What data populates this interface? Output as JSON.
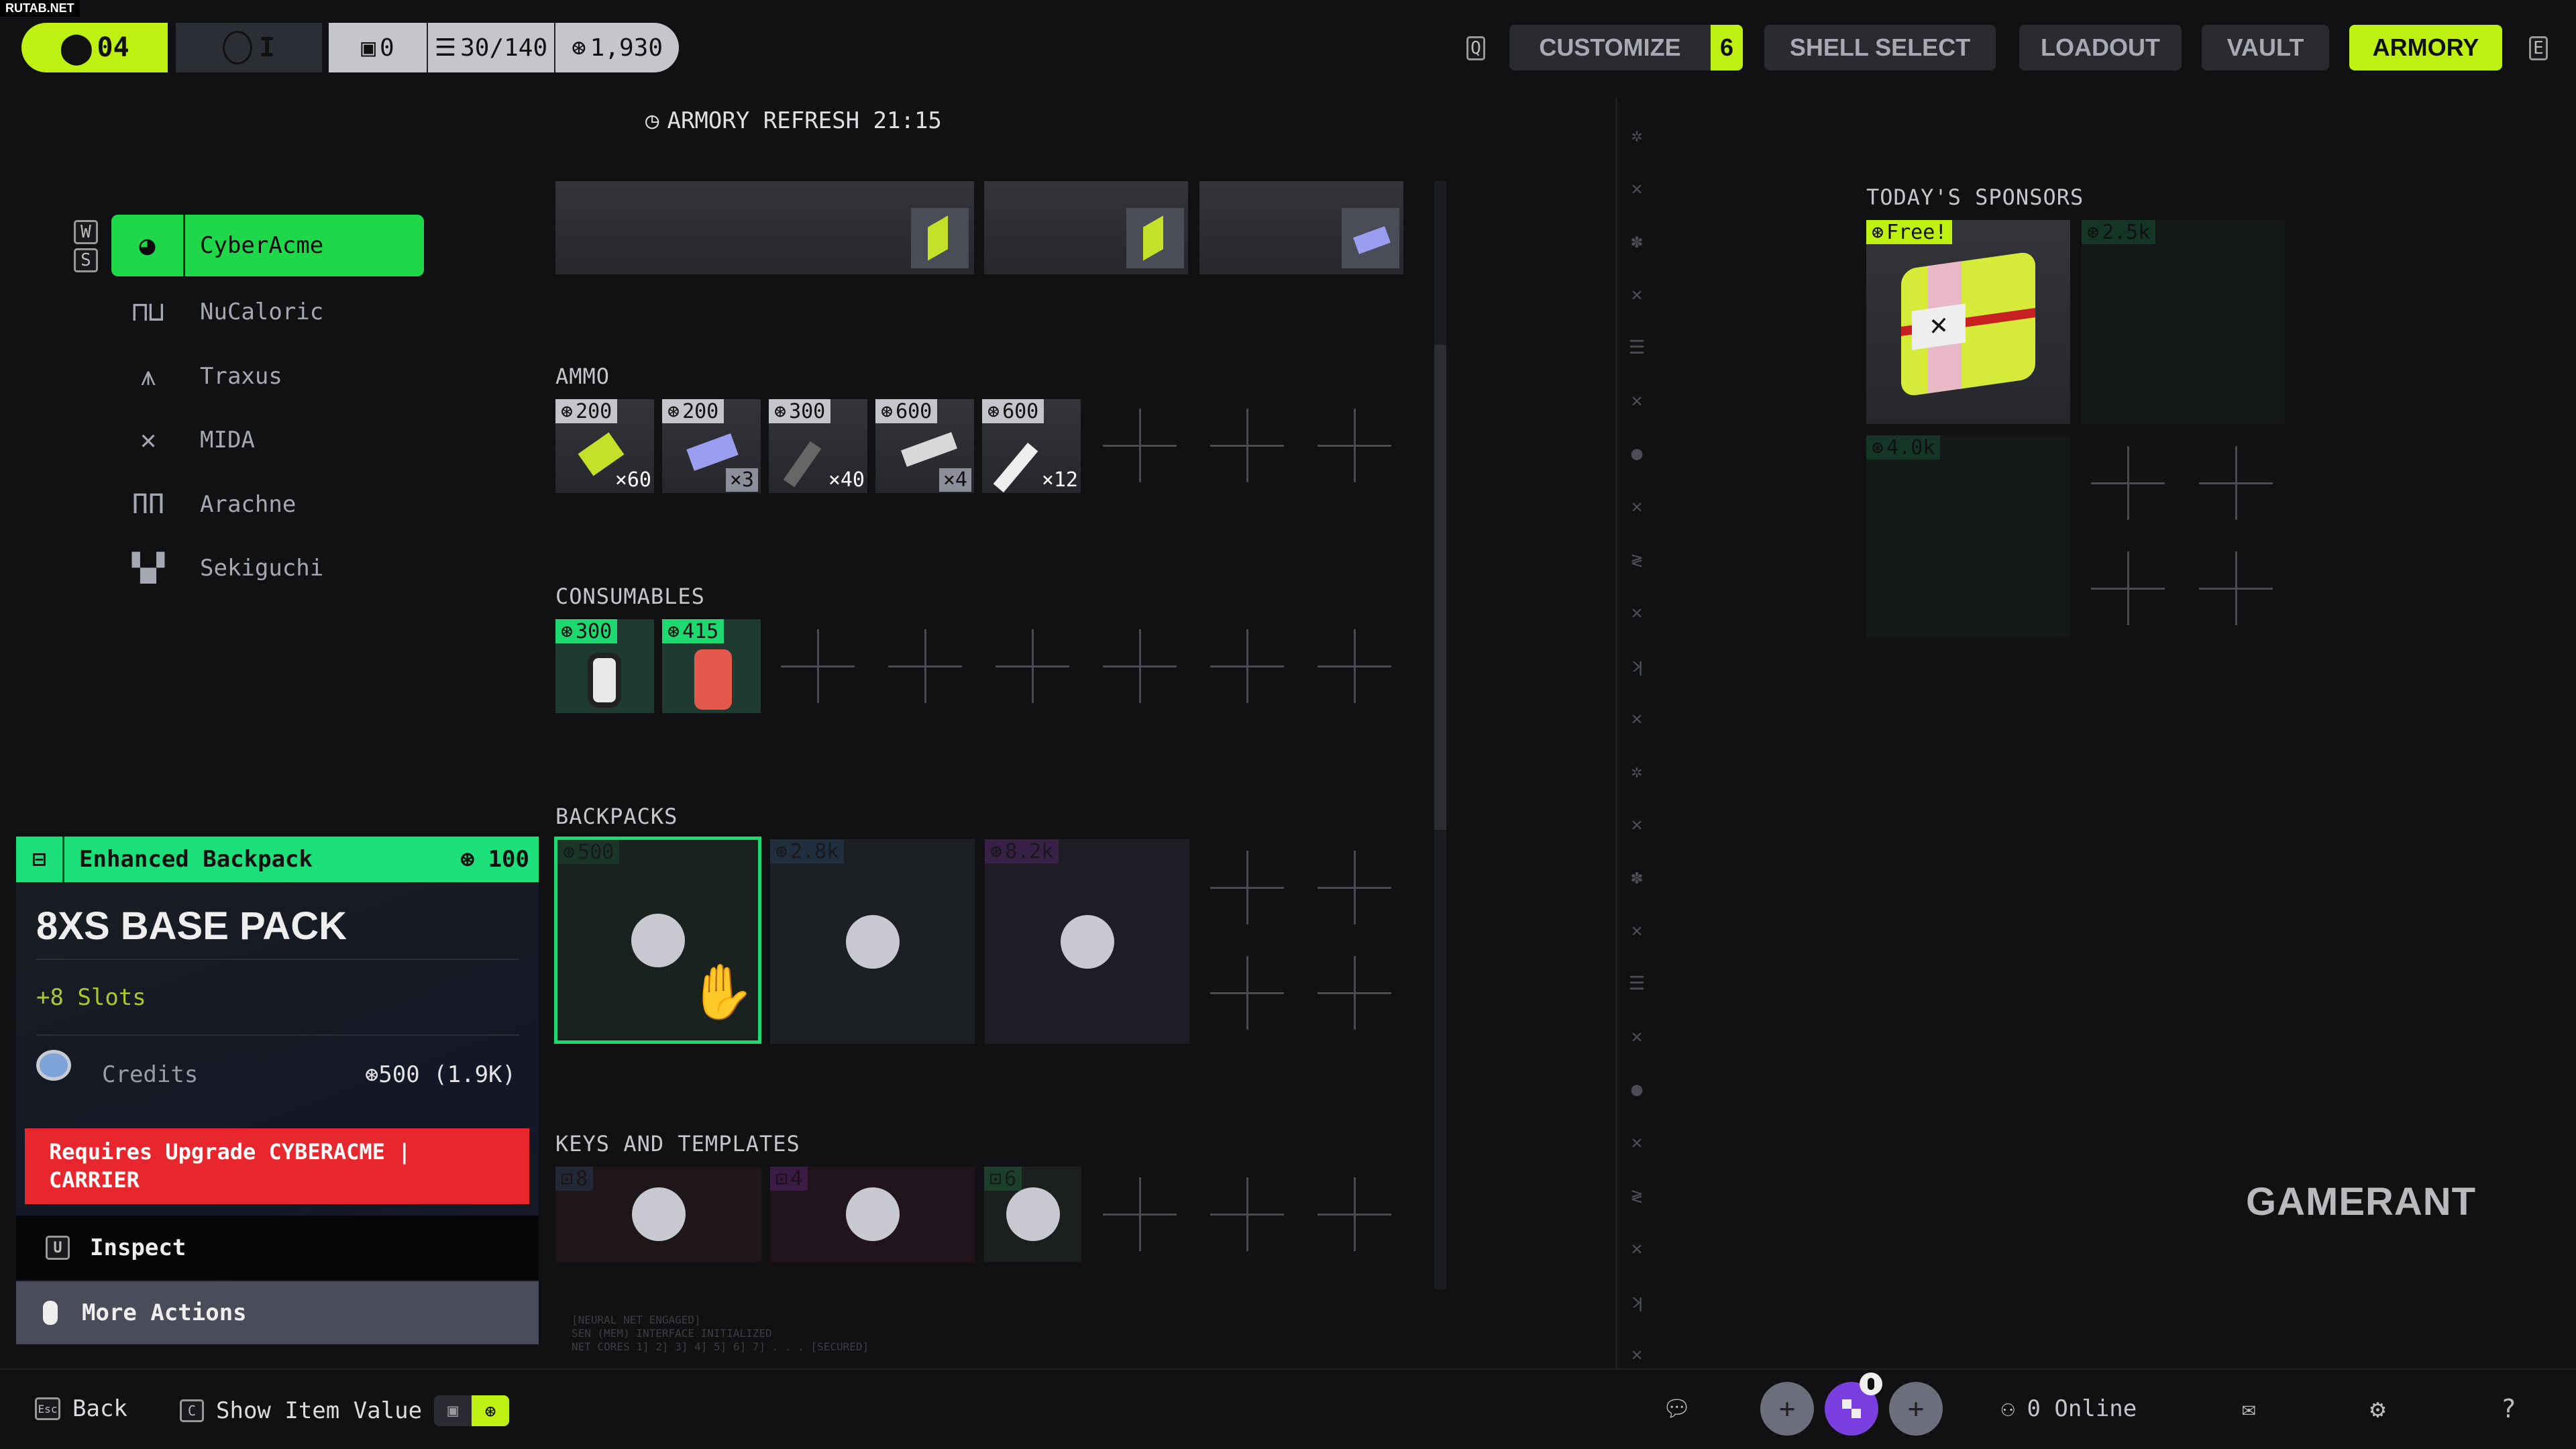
{
  "watermark": "RUTAB.NET",
  "topbar": {
    "level": "04",
    "rank": "I",
    "stat_a": "0",
    "storage": "30/140",
    "credits": "1,930"
  },
  "nav": {
    "q_key": "Q",
    "e_key": "E",
    "customize": "CUSTOMIZE",
    "customize_badge": "6",
    "shell_select": "SHELL SELECT",
    "loadout": "LOADOUT",
    "vault": "VAULT",
    "armory": "ARMORY"
  },
  "refresh": "ARMORY REFRESH 21:15",
  "sidebar": {
    "key_up": "W",
    "key_down": "S",
    "items": [
      {
        "label": "CyberAcme"
      },
      {
        "label": "NuCaloric"
      },
      {
        "label": "Traxus"
      },
      {
        "label": "MIDA"
      },
      {
        "label": "Arachne"
      },
      {
        "label": "Sekiguchi"
      }
    ]
  },
  "sections": {
    "ammo": "AMMO",
    "consumables": "CONSUMABLES",
    "backpacks": "BACKPACKS",
    "keys": "KEYS AND TEMPLATES"
  },
  "ammo": [
    {
      "price": "200",
      "qty": "×60"
    },
    {
      "price": "200",
      "qty": "×3"
    },
    {
      "price": "300",
      "qty": "×40"
    },
    {
      "price": "600",
      "qty": "×4"
    },
    {
      "price": "600",
      "qty": "×12"
    }
  ],
  "consumables": [
    {
      "price": "300"
    },
    {
      "price": "415"
    }
  ],
  "backpacks": [
    {
      "price": "500"
    },
    {
      "price": "2.8k"
    },
    {
      "price": "8.2k"
    }
  ],
  "keys": [
    {
      "count": "8"
    },
    {
      "count": "4"
    },
    {
      "count": "6"
    }
  ],
  "terminal": [
    "[NEURAL NET ENGAGED]",
    "SEN (MEM) INTERFACE INITIALIZED",
    "NET CORES 1] 2] 3] 4] 5] 6] 7] . . . [SECURED]"
  ],
  "sponsors": {
    "title": "TODAY'S SPONSORS",
    "items": [
      {
        "price": "Free!"
      },
      {
        "price": "2.5k"
      },
      {
        "price": "4.0k"
      }
    ]
  },
  "logo": "GAMERANT",
  "item_panel": {
    "category": "Enhanced Backpack",
    "category_price": "100",
    "name": "8XS BASE PACK",
    "stat": "+8 Slots",
    "cost_label": "Credits",
    "cost_value": "500 (1.9K)",
    "warning": "Requires Upgrade CYBERACME | CARRIER",
    "inspect_key": "U",
    "inspect": "Inspect",
    "more_actions": "More Actions"
  },
  "bottombar": {
    "back_key": "Esc",
    "back": "Back",
    "value_key": "C",
    "show_value": "Show Item Value",
    "online": "0 Online",
    "help": "?"
  },
  "colors": {
    "accent": "#bef012",
    "green": "#1ed84a",
    "warning": "#e8262d"
  }
}
